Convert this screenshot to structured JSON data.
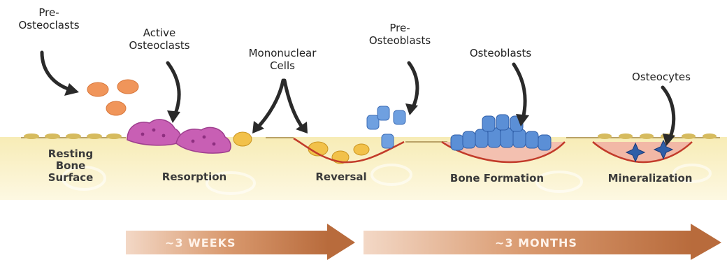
{
  "labels": {
    "pre_osteoclasts": [
      "Pre-",
      "Osteoclasts"
    ],
    "active_osteoclasts": [
      "Active",
      "Osteoclasts"
    ],
    "mononuclear_cells": [
      "Mononuclear",
      "Cells"
    ],
    "pre_osteoblasts": [
      "Pre-",
      "Osteoblasts"
    ],
    "osteoblasts": "Osteoblasts",
    "osteocytes": "Osteocytes"
  },
  "stages": {
    "resting": [
      "Resting",
      "Bone",
      "Surface"
    ],
    "resorption": "Resorption",
    "reversal": "Reversal",
    "bone_formation": "Bone Formation",
    "mineralization": "Mineralization"
  },
  "timeline": {
    "weeks": "~3 WEEKS",
    "months": "~3 MONTHS"
  },
  "colors": {
    "bone_surface": "#f6eab0",
    "bone_band": "#fbf4cf",
    "osteoclast": "#c85fb4",
    "pre_osteoclast": "#f0955a",
    "mononuclear": "#f2c14a",
    "osteoblast": "#5b8fd6",
    "osteoid": "#f3c0b0",
    "lining": "#c23b2a",
    "arrow": "#c8855a"
  }
}
